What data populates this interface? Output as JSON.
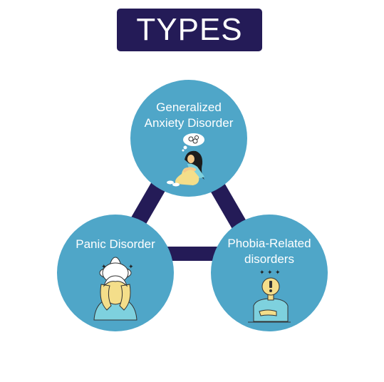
{
  "title": "TYPES",
  "colors": {
    "title_bg": "#241b57",
    "circle_fill": "#4fa6c8",
    "connector": "#241b57"
  },
  "nodes": [
    {
      "line1": "Generalized",
      "line2": "Anxiety Disorder",
      "icon": "sitting-worried-person-icon"
    },
    {
      "line1": "Panic Disorder",
      "icon": "head-in-hands-person-icon"
    },
    {
      "line1": "Phobia-Related",
      "line2": "disorders",
      "icon": "exclamation-head-person-icon"
    }
  ]
}
